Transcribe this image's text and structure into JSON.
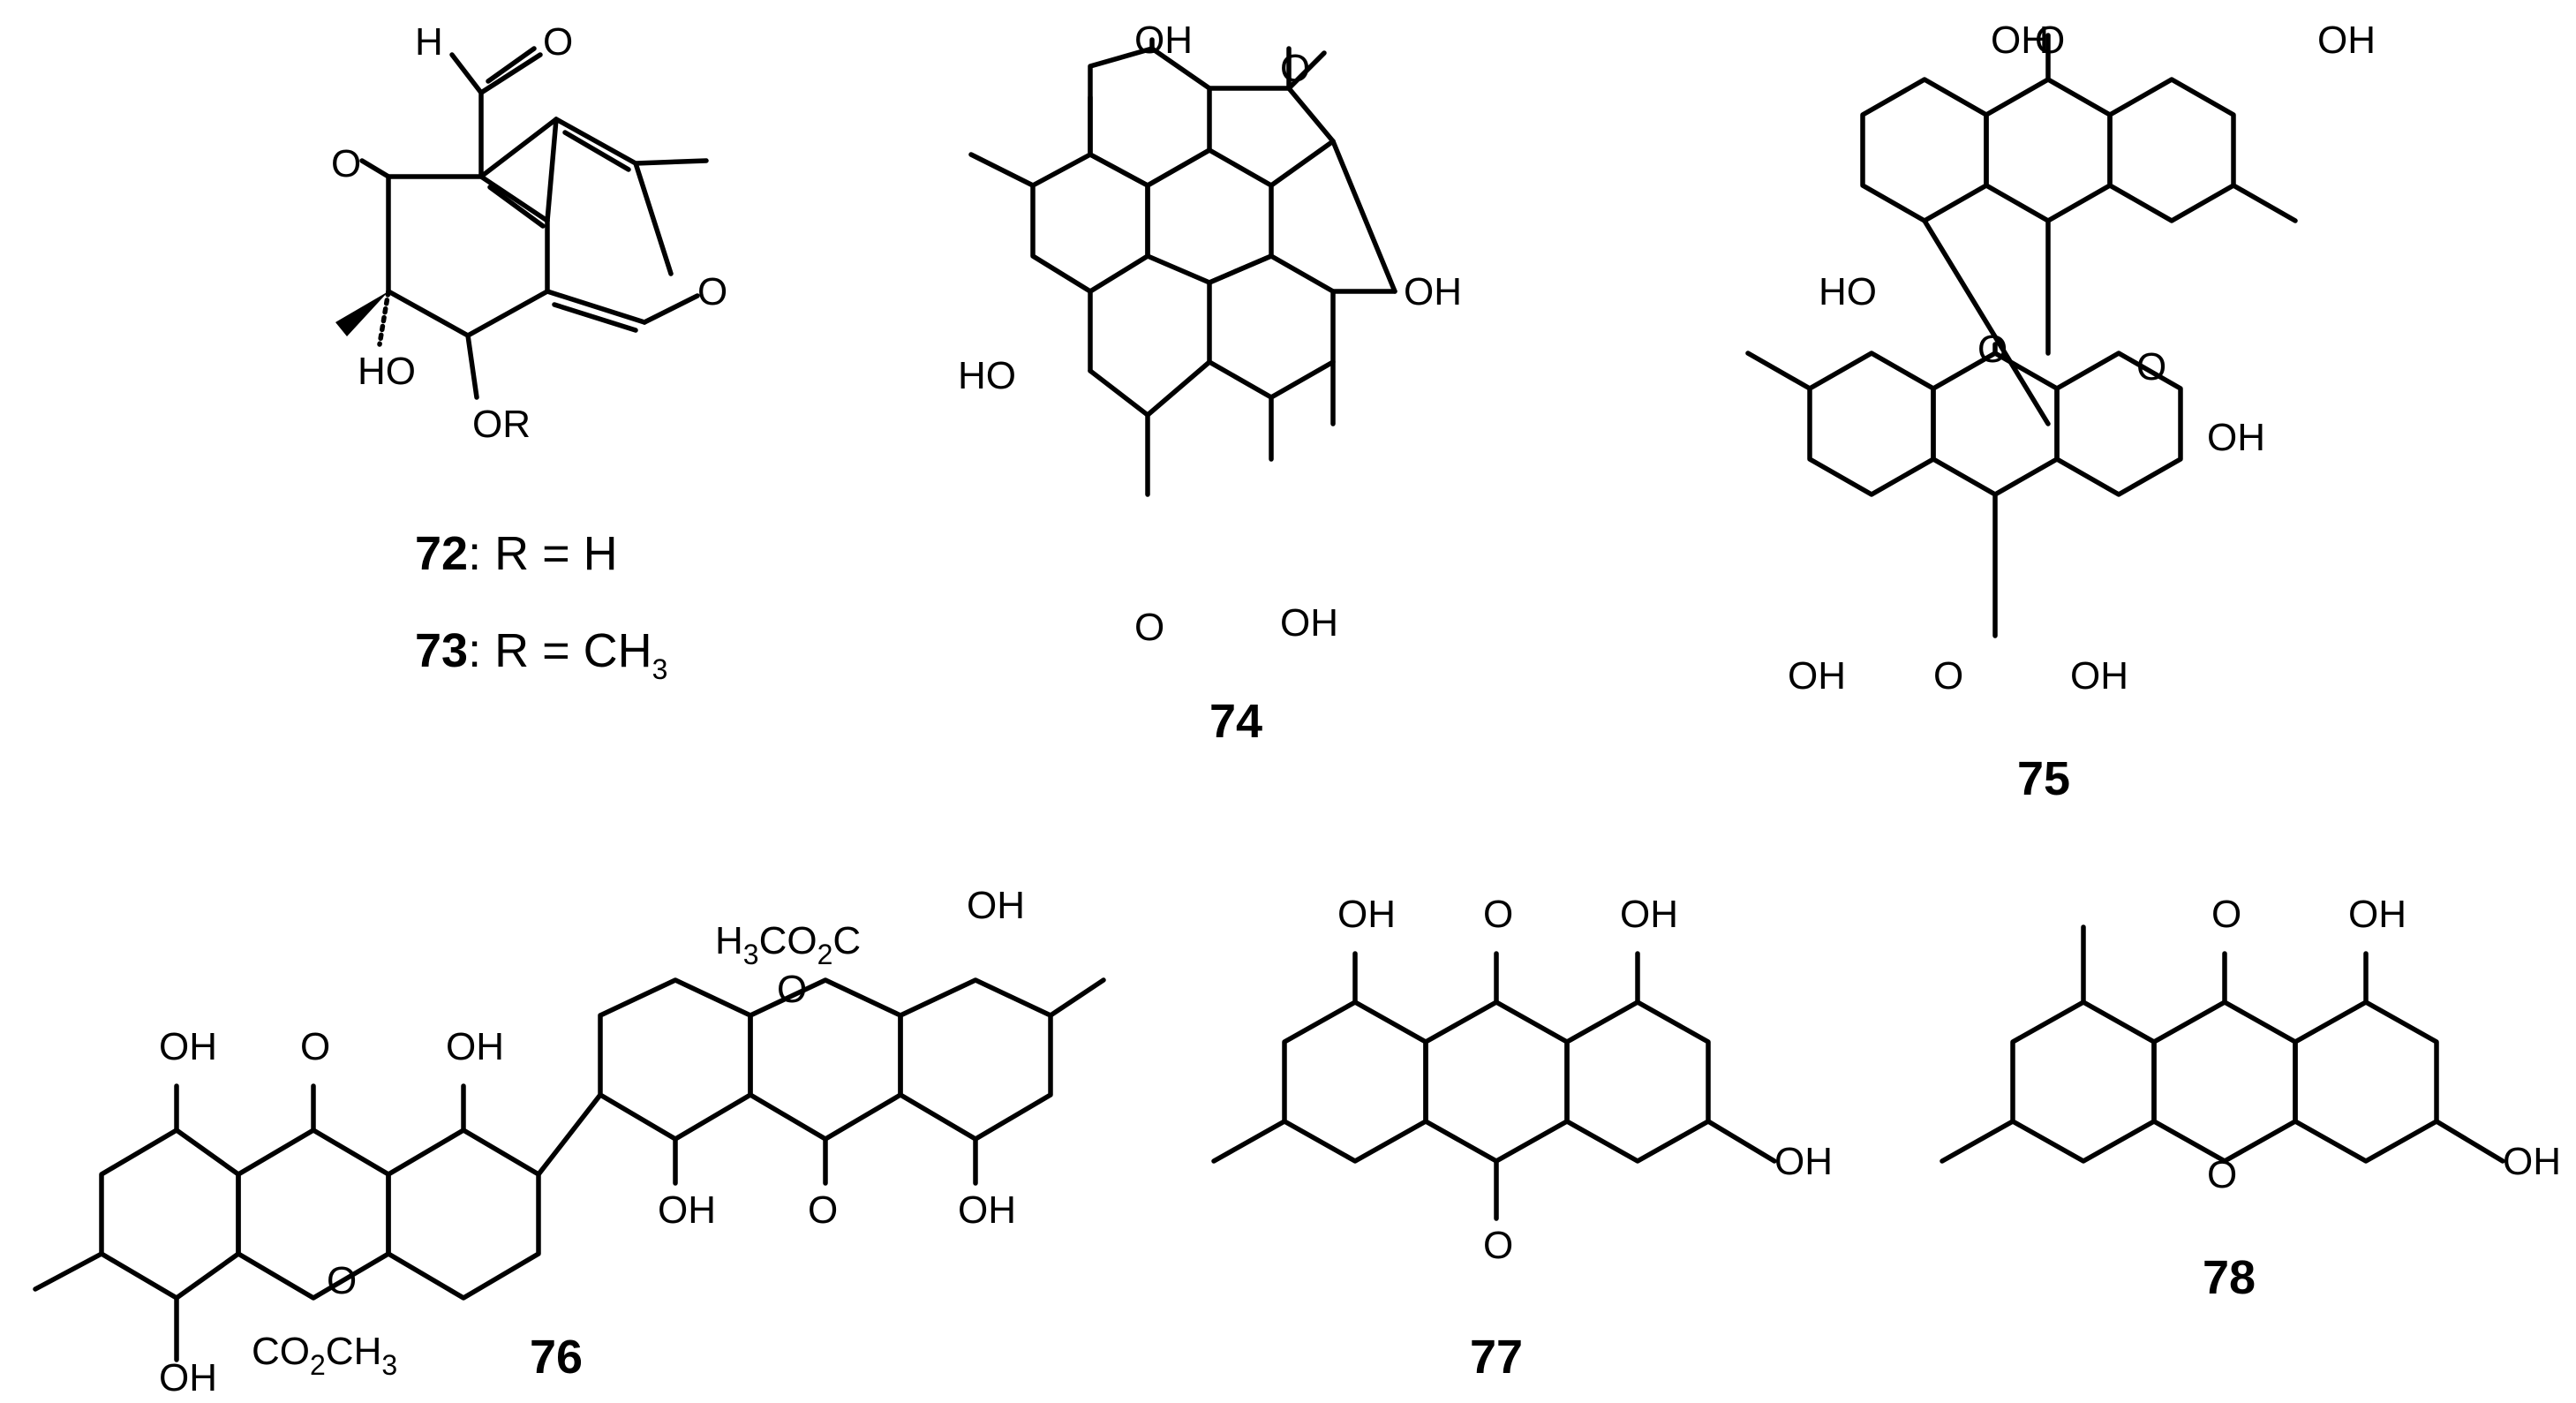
{
  "compounds": [
    {
      "id": "72",
      "label_number": "72",
      "label_rest": ": R = H"
    },
    {
      "id": "73",
      "label_number": "73",
      "label_rest": ": R = CH",
      "label_sub": "3"
    },
    {
      "id": "74",
      "label_number": "74"
    },
    {
      "id": "75",
      "label_number": "75"
    },
    {
      "id": "76",
      "label_number": "76"
    },
    {
      "id": "77",
      "label_number": "77"
    },
    {
      "id": "78",
      "label_number": "78"
    }
  ],
  "atoms": {
    "H": "H",
    "O": "O",
    "OH": "OH",
    "HO": "HO",
    "OR": "OR",
    "H3CO2C_a": "H",
    "H3CO2C_b": "3",
    "H3CO2C_c": "CO",
    "H3CO2C_d": "2",
    "H3CO2C_e": "C",
    "CO2CH3_a": "CO",
    "CO2CH3_b": "2",
    "CO2CH3_c": "CH",
    "CO2CH3_d": "3"
  },
  "colors": {
    "ink": "#000000",
    "background": "#ffffff"
  }
}
